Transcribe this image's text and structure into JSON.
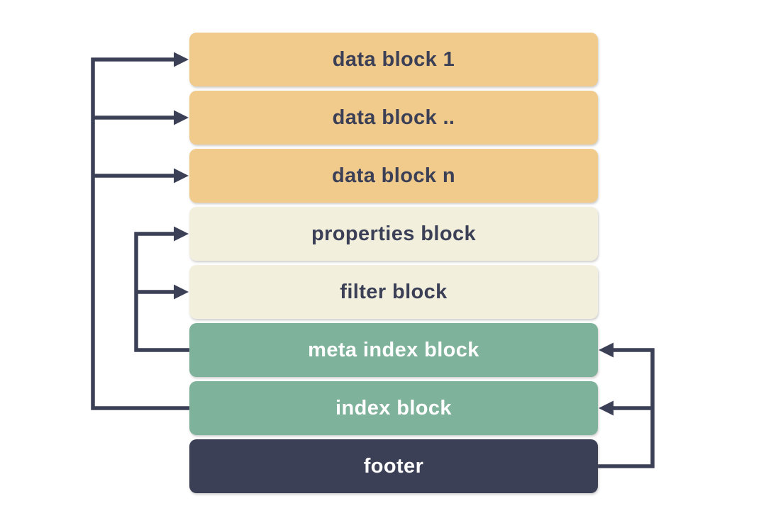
{
  "diagram": {
    "blocks": [
      {
        "id": "data-block-1",
        "label": "data block 1",
        "type": "data"
      },
      {
        "id": "data-block-dots",
        "label": "data block ..",
        "type": "data"
      },
      {
        "id": "data-block-n",
        "label": "data block n",
        "type": "data"
      },
      {
        "id": "properties-block",
        "label": "properties block",
        "type": "properties"
      },
      {
        "id": "filter-block",
        "label": "filter block",
        "type": "properties"
      },
      {
        "id": "meta-index-block",
        "label": "meta index block",
        "type": "index"
      },
      {
        "id": "index-block",
        "label": "index block",
        "type": "index"
      },
      {
        "id": "footer",
        "label": "footer",
        "type": "footer"
      }
    ],
    "edges": [
      {
        "from": "index block",
        "to": "data block 1"
      },
      {
        "from": "index block",
        "to": "data block .."
      },
      {
        "from": "index block",
        "to": "data block n"
      },
      {
        "from": "meta index block",
        "to": "properties block"
      },
      {
        "from": "meta index block",
        "to": "filter block"
      },
      {
        "from": "footer",
        "to": "meta index block"
      },
      {
        "from": "footer",
        "to": "index block"
      }
    ],
    "colors": {
      "data_block": "#F0CB8C",
      "properties_block": "#F2F0DD",
      "index_block": "#7FB29B",
      "footer_block": "#3C4057",
      "arrow": "#3C4057",
      "text_dark": "#3C4057",
      "text_light": "#FFFFFF",
      "background": "#FFFFFF"
    }
  }
}
